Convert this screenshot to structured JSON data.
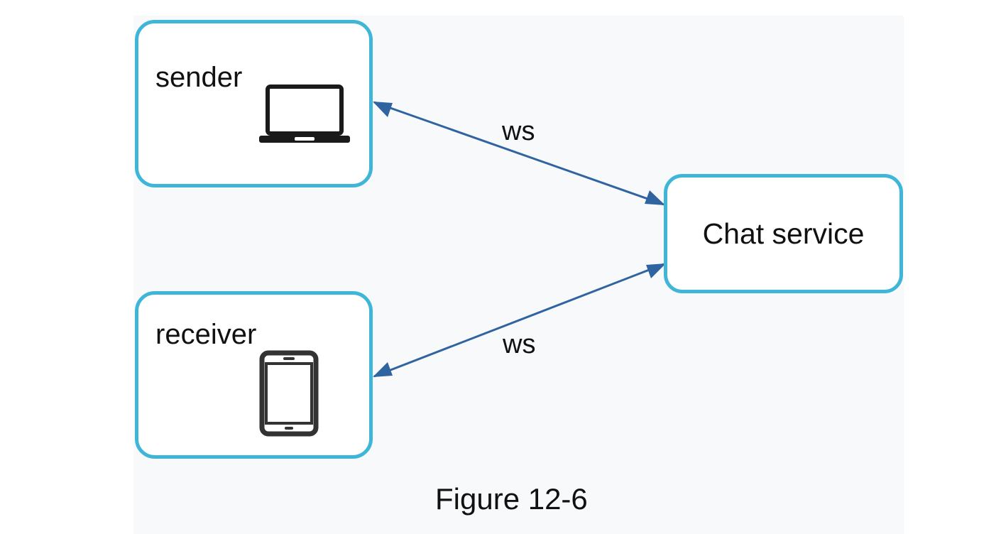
{
  "colors": {
    "node_border": "#3fb6d8",
    "arrow": "#2f64a0",
    "text": "#111111",
    "icon": "#1a1a1a"
  },
  "nodes": {
    "sender": {
      "label": "sender",
      "icon": "laptop-icon"
    },
    "receiver": {
      "label": "receiver",
      "icon": "tablet-icon"
    },
    "chat": {
      "label": "Chat service"
    }
  },
  "edges": [
    {
      "from": "sender",
      "to": "chat",
      "label": "ws",
      "direction": "bidirectional"
    },
    {
      "from": "receiver",
      "to": "chat",
      "label": "ws",
      "direction": "bidirectional"
    }
  ],
  "caption": "Figure 12-6"
}
